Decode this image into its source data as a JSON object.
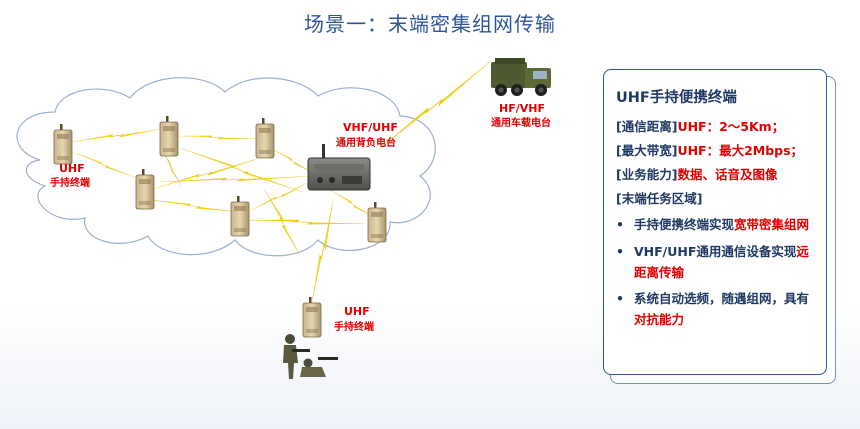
{
  "title": "场景一：末端密集组网传输",
  "labels": {
    "uhf_left": "UHF",
    "uhf_left_sub": "手持终端",
    "backpack": "VHF/UHF",
    "backpack_sub": "通用背负电台",
    "vehicle": "HF/VHF",
    "vehicle_sub": "通用车载电台",
    "uhf_bottom": "UHF",
    "uhf_bottom_sub": "手持终端"
  },
  "panel": {
    "heading": "UHF手持便携终端",
    "rows": [
      {
        "tag": "[通信距离]",
        "value": "UHF：2～5Km；"
      },
      {
        "tag": "[最大带宽]",
        "value": "UHF：最大2Mbps；"
      },
      {
        "tag": "[业务能力]",
        "value": "数据、话音及图像"
      },
      {
        "tag": "[末端任务区域]",
        "value": ""
      }
    ],
    "bullets": [
      {
        "pre": "手持便携终端实现",
        "em": "宽带密集组网",
        "post": ""
      },
      {
        "pre": "VHF/UHF通用通信设备实现",
        "em": "远距离传输",
        "post": ""
      },
      {
        "pre": "系统自动选频，随遇组网，具有",
        "em": "对抗能力",
        "post": ""
      }
    ],
    "bullet_glyph": "•"
  },
  "colors": {
    "title": "#2f5597",
    "red": "#e00000",
    "panel_text": "#1f3864",
    "lightning": "#f3d20f"
  }
}
